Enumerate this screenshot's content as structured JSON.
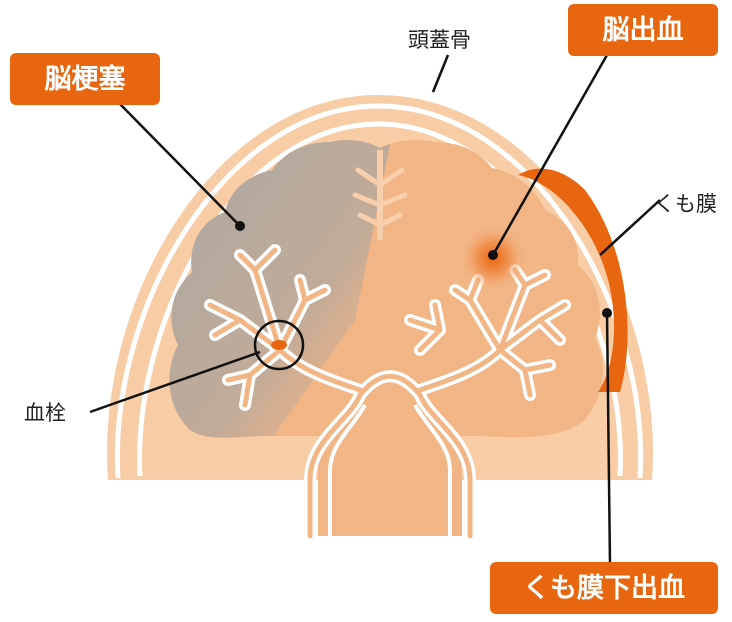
{
  "labels": {
    "infarction": "脳梗塞",
    "hemorrhage": "脳出血",
    "skull": "頭蓋骨",
    "arachnoid": "くも膜",
    "thrombus": "血栓",
    "subarachnoid_hemorrhage": "くも膜下出血"
  },
  "colors": {
    "accent": "#e8660f",
    "skull_outer": "#f8cda6",
    "brain": "#f2b585",
    "brain_light": "#f7cfad",
    "infarct_gray": "#a9a9a9",
    "text": "#222222"
  }
}
